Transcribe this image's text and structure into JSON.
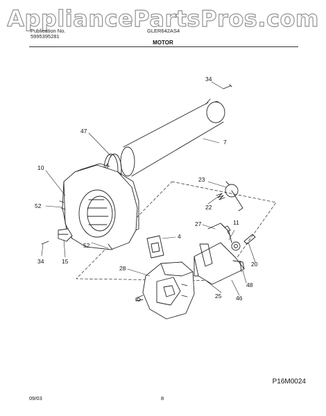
{
  "watermark": "AppliancePartsPros.com",
  "header": {
    "publication_label": "Publication No.",
    "publication_number": "5995395281",
    "model": "GLER642AS4",
    "section_title": "MOTOR"
  },
  "diagram_code": "P16M0024",
  "footer": {
    "date": "09/03",
    "page": "8"
  },
  "callouts": [
    "34",
    "47",
    "7",
    "10",
    "52",
    "23",
    "22",
    "27",
    "11",
    "4",
    "52",
    "34",
    "15",
    "28",
    "20",
    "48",
    "25",
    "46"
  ]
}
